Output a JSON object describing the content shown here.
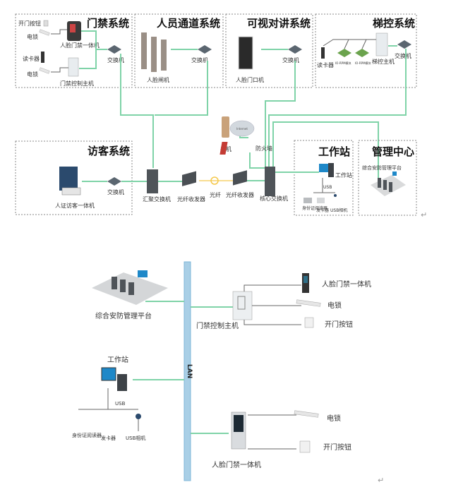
{
  "top_diagram": {
    "subsystems": {
      "access_control": {
        "title": "门禁系统",
        "items": {
          "open_button": "开门按钮",
          "lock1": "电锁",
          "card_reader": "读卡器",
          "lock2": "电锁",
          "face_terminal": "人脸门禁一体机",
          "controller": "门禁控制主机",
          "switch": "交换机"
        }
      },
      "personnel_channel": {
        "title": "人员通道系统",
        "items": {
          "face_gate": "人脸闸机",
          "switch": "交换机"
        }
      },
      "video_intercom": {
        "title": "可视对讲系统",
        "items": {
          "face_door_station": "人脸门口机",
          "switch": "交换机"
        }
      },
      "elevator_control": {
        "title": "梯控系统",
        "items": {
          "card_reader": "读卡器",
          "io_module1": "IO-RPM模块",
          "io_module2": "IO-RPM模块",
          "elevator_host": "梯控主机",
          "switch": "交换机"
        }
      },
      "visitor": {
        "title": "访客系统",
        "items": {
          "visitor_terminal": "人证访客一体机",
          "switch": "交换机"
        }
      },
      "workstation": {
        "title": "工作站",
        "items": {
          "workstation": "工作站",
          "usb": "USB",
          "id_reader": "身份证阅读器",
          "card_issuer": "发卡器",
          "usb_camera": "USB相机"
        }
      },
      "management_center": {
        "title": "管理中心",
        "items": {
          "platform": "综合安防管理平台"
        }
      }
    },
    "core": {
      "aggregation_switch": "汇聚交换机",
      "fiber_transceiver1": "光纤收发器",
      "fiber": "光纤",
      "fiber_transceiver2": "光纤收发器",
      "core_switch": "核心交换机",
      "phone": "手机",
      "internet": "Internet",
      "firewall": "防火墙"
    }
  },
  "bottom_diagram": {
    "lan": "LAN",
    "platform": "综合安防管理平台",
    "controller": "门禁控制主机",
    "ctrl_devices": [
      "人脸门禁一体机",
      "电锁",
      "开门按钮"
    ],
    "workstation": "工作站",
    "usb": "USB",
    "ws_devices": [
      "身份证阅读器",
      "发卡器",
      "USB相机"
    ],
    "face_terminal": "人脸门禁一体机",
    "face_devices": [
      "电锁",
      "开门按钮"
    ]
  },
  "return_mark": "↵",
  "colors": {
    "network_line": "#7fd3a8",
    "fiber_line": "#f5d26b",
    "lan_bar": "#a9cfe6"
  }
}
